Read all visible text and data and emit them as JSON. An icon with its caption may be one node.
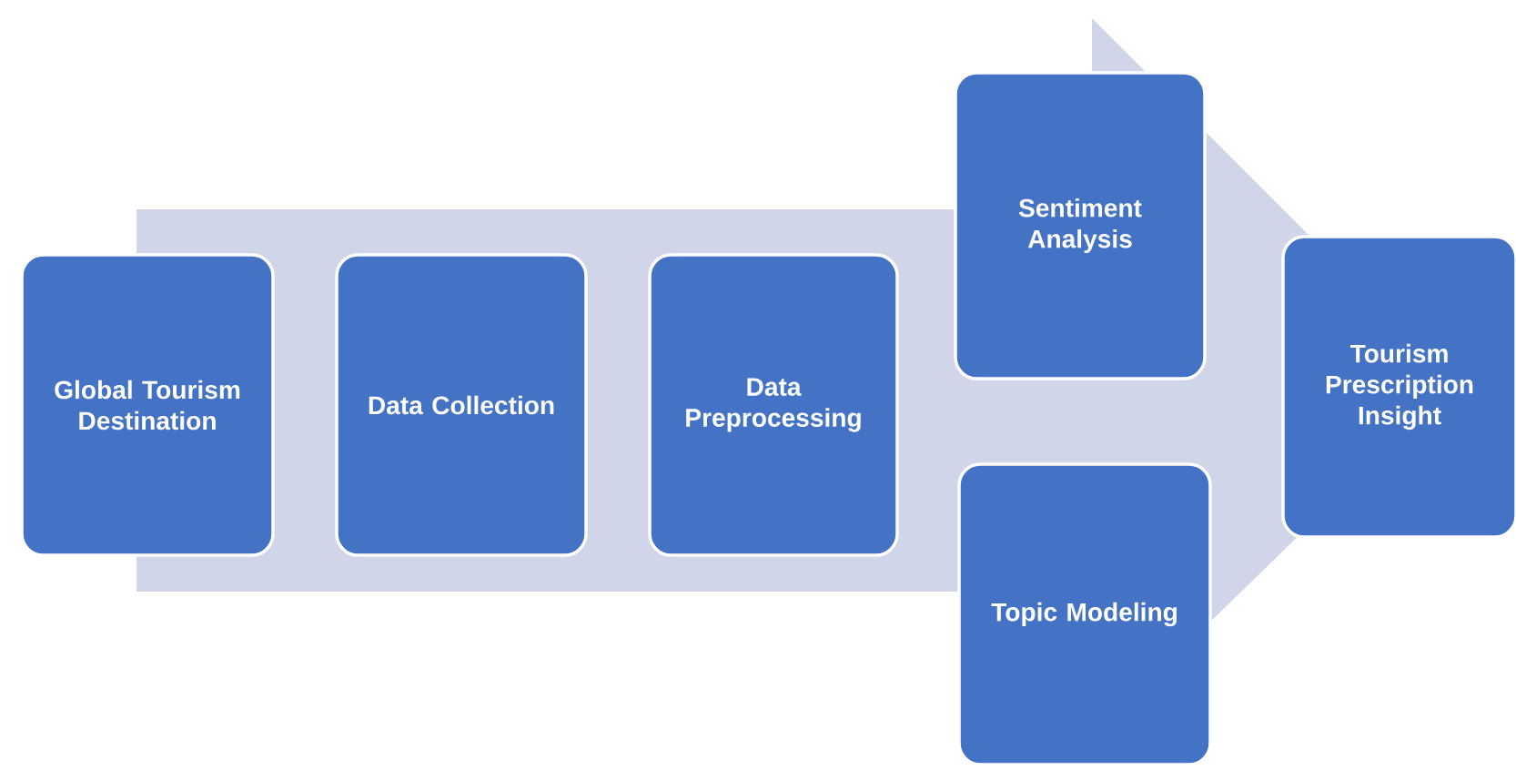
{
  "diagram": {
    "nodes": [
      {
        "text": [
          "Global Tourism Destination"
        ]
      },
      {
        "text": [
          "Data Collection"
        ]
      },
      {
        "text": [
          "Data Preprocessing"
        ]
      },
      {
        "text": [
          "Sentiment Analysis"
        ]
      },
      {
        "text": [
          "Topic Modeling"
        ]
      },
      {
        "text": [
          "Tourism Prescription Insight"
        ]
      }
    ],
    "edges": [
      {
        "from": 0,
        "to": 5,
        "arrow": "to"
      }
    ]
  }
}
